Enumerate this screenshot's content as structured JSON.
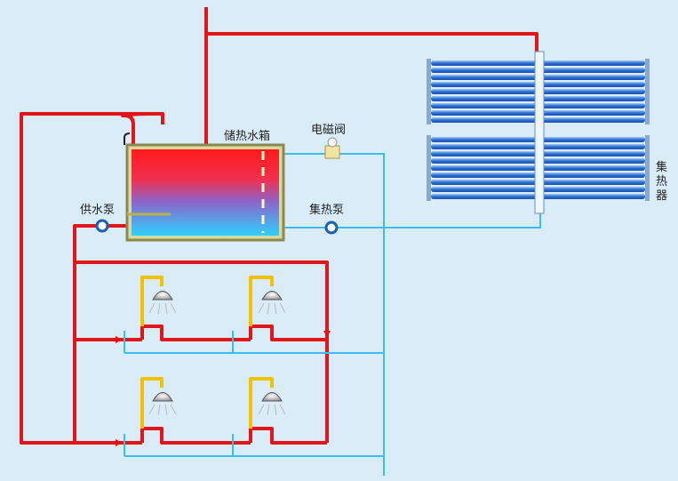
{
  "labels": {
    "storage_tank": "储热水箱",
    "solenoid_valve": "电磁阀",
    "supply_pump": "供水泵",
    "collector_pump": "集热泵",
    "collector_chars": [
      "集",
      "热",
      "器"
    ]
  },
  "colors": {
    "background": "#d9ecf8",
    "hot_pipe": "#e0161b",
    "cold_pipe": "#38bff0",
    "shower_pipe": "#f2c100",
    "tank_frame": "#8a8a50",
    "tank_hot": "#ff1a1a",
    "tank_cold": "#2fd0ff",
    "tube_blue": "#2a6fd6"
  },
  "icons": [
    "pump-icon",
    "valve-icon",
    "shower-head-icon"
  ]
}
